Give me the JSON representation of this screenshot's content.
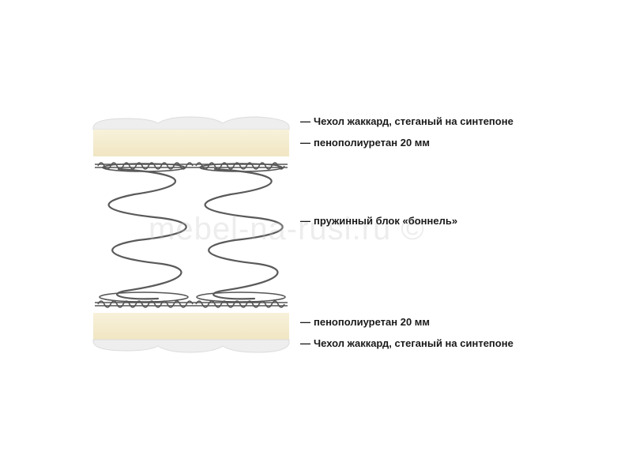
{
  "layers": [
    {
      "id": "cover-top",
      "label": "Чехол жаккард, стеганый на синтепоне"
    },
    {
      "id": "foam-top",
      "label": "пенополиуретан 20 мм"
    },
    {
      "id": "spring-block",
      "label": "пружинный блок «боннель»"
    },
    {
      "id": "foam-bottom",
      "label": "пенополиуретан 20 мм"
    },
    {
      "id": "cover-bottom",
      "label": "Чехол жаккард, стеганый на синтепоне"
    }
  ],
  "dash": "—",
  "watermark": "mebel-na-rusi.ru ©",
  "colors": {
    "foam": "#f5ecd0",
    "cover": "#eeeeee",
    "spring": "#555555",
    "text": "#1a1a1a"
  }
}
